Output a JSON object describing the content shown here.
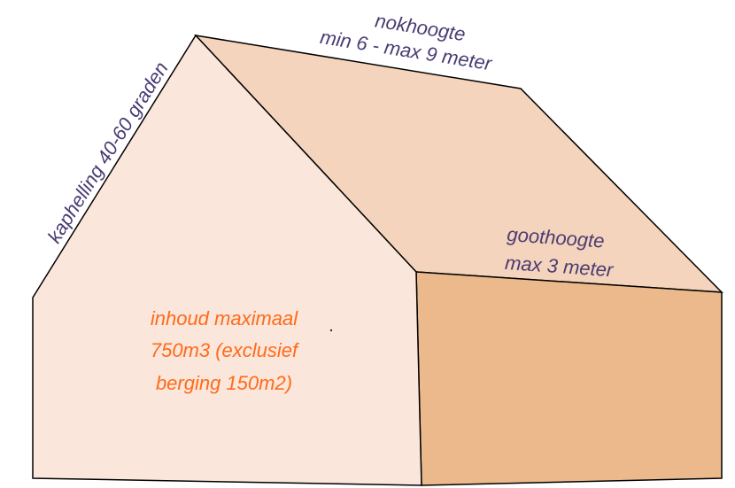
{
  "colors": {
    "front_face": "#fae6da",
    "roof_face": "#f4d4bc",
    "side_wall": "#ecb98c",
    "outline": "#000000",
    "label_purple": "#4a3b73",
    "label_orange": "#ff6a1a"
  },
  "labels": {
    "ridge_height": {
      "line1": "nokhoogte",
      "line2": "min 6 - max 9 meter"
    },
    "roof_pitch": "kaphelling 40-60 graden",
    "eaves_height": {
      "line1": "goothoogte",
      "line2": "max 3 meter"
    },
    "volume": {
      "line1": "inhoud maximaal",
      "line2": "750m3 (exclusief",
      "line3": "berging 150m2)"
    }
  }
}
